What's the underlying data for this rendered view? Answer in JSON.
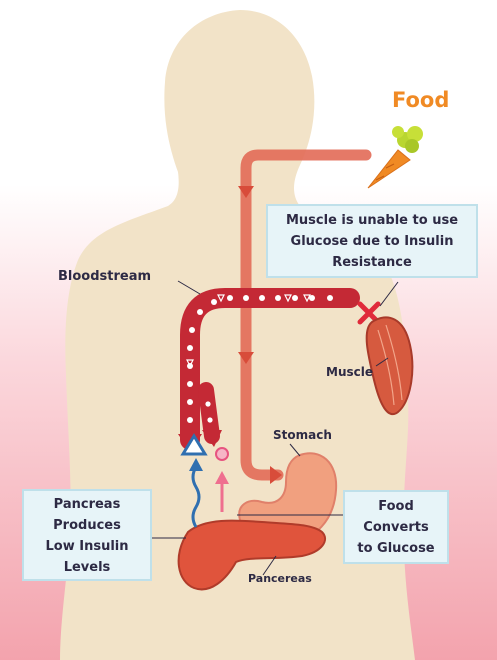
{
  "labels": {
    "food": "Food",
    "bloodstream": "Bloodstream",
    "muscle": "Muscle",
    "stomach": "Stomach",
    "pancreas": "Pancereas"
  },
  "boxes": {
    "muscle_resistance": [
      "Muscle is unable to use",
      "Glucose due to Insulin",
      "Resistance"
    ],
    "pancreas_produces": [
      "Pancreas",
      "Produces",
      "Low Insulin",
      "Levels"
    ],
    "food_converts": [
      "Food",
      "Converts",
      "to Glucose"
    ]
  },
  "colors": {
    "silhouette": "#f2e3c8",
    "background_pink": "#f3a3ad",
    "digestive_path": "#e26a57",
    "bloodstream": "#c42935",
    "food_label": "#f08a24",
    "box_fill": "#e7f4f8",
    "label_text": "#2d2a44",
    "insulin_arrow": "#2f6fb0",
    "glucose_arrow": "#ef6f8f"
  },
  "icons": [
    "carrot-icon",
    "blocked-cross-icon",
    "insulin-triangle-icon",
    "glucose-circle-icon"
  ]
}
